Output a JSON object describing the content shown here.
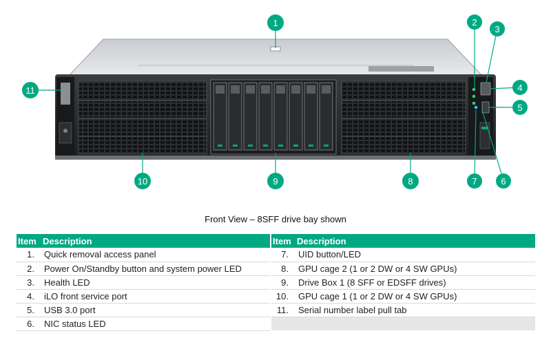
{
  "caption": "Front View – 8SFF drive bay shown",
  "accent_color": "#01a982",
  "callouts": [
    "1",
    "2",
    "3",
    "4",
    "5",
    "6",
    "7",
    "8",
    "9",
    "10",
    "11"
  ],
  "table": {
    "headers": [
      "Item",
      "Description",
      "Item",
      "Description"
    ],
    "left_rows": [
      {
        "item": "1.",
        "desc": "Quick removal access panel"
      },
      {
        "item": "2.",
        "desc": "Power On/Standby button and system power LED"
      },
      {
        "item": "3.",
        "desc": "Health LED"
      },
      {
        "item": "4.",
        "desc": "iLO front service port"
      },
      {
        "item": "5.",
        "desc": "USB 3.0 port"
      },
      {
        "item": "6.",
        "desc": "NIC status LED"
      }
    ],
    "right_rows": [
      {
        "item": "7.",
        "desc": "UID button/LED"
      },
      {
        "item": "8.",
        "desc": "GPU cage 2 (1 or 2 DW or 4 SW GPUs)"
      },
      {
        "item": "9.",
        "desc": "Drive Box 1 (8 SFF or EDSFF drives)"
      },
      {
        "item": "10.",
        "desc": "GPU cage 1 (1 or 2 DW or 4 SW GPUs)"
      },
      {
        "item": "11.",
        "desc": "Serial number label pull tab"
      }
    ]
  }
}
